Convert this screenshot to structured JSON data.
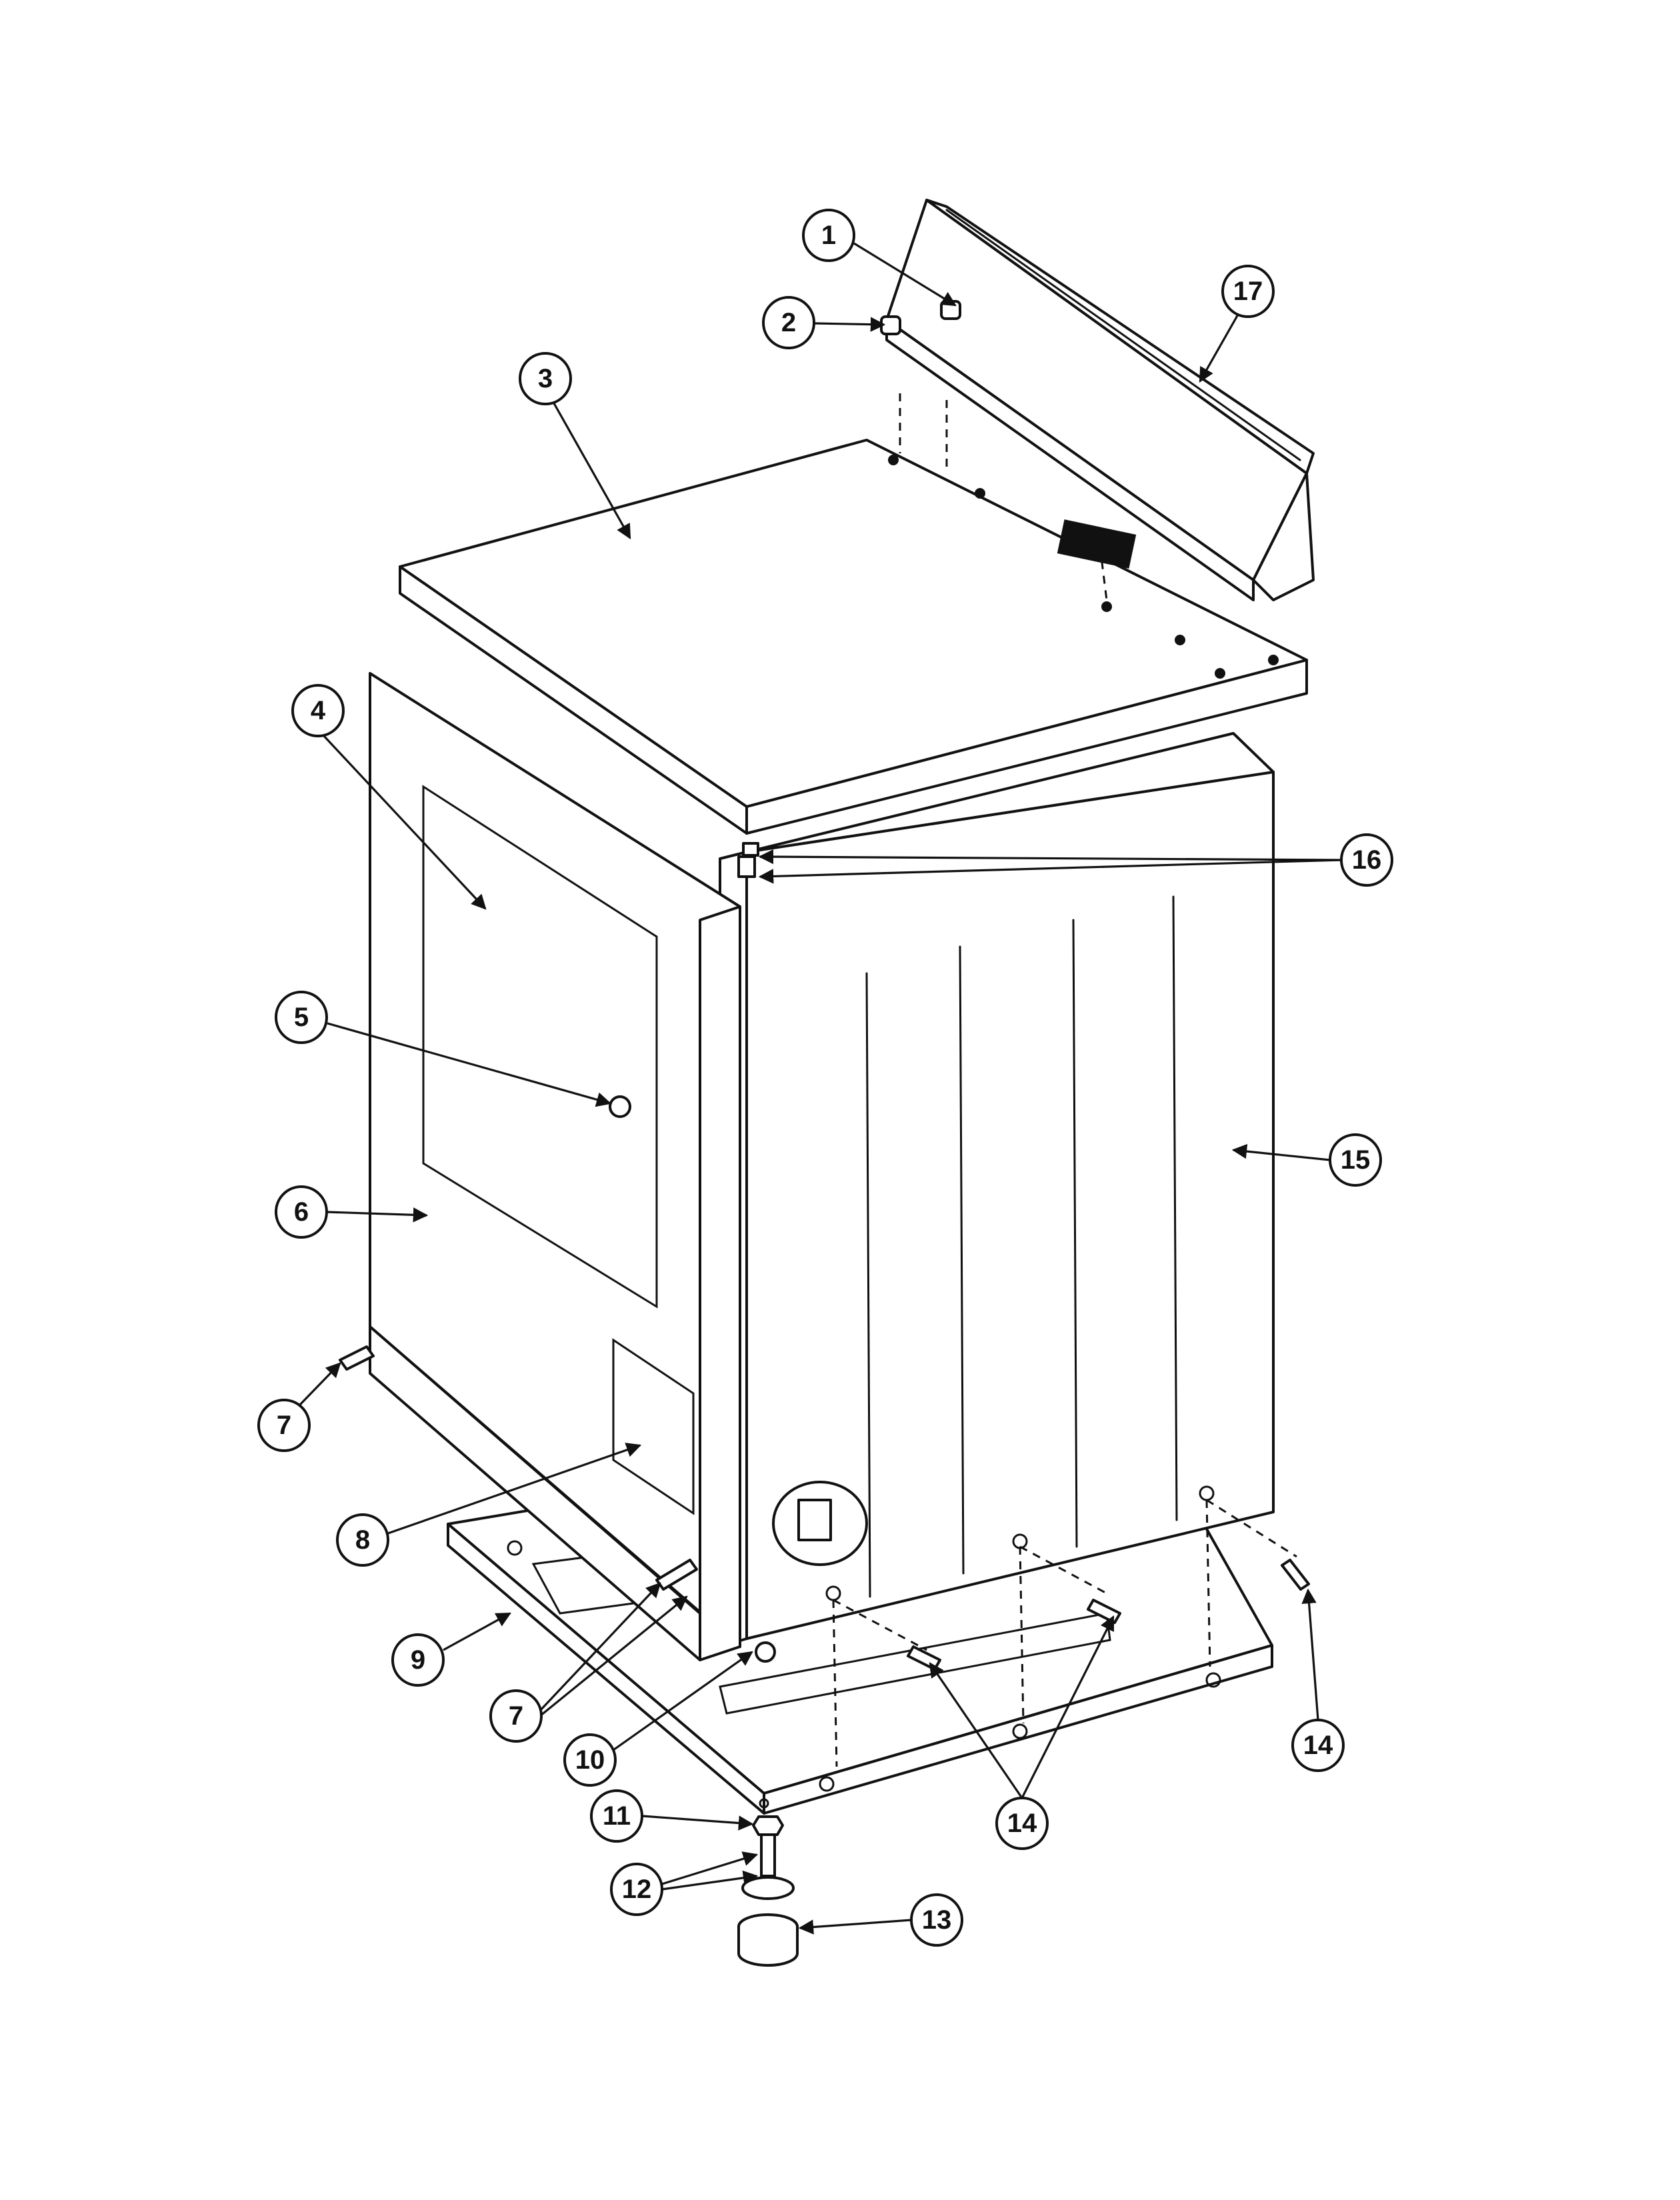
{
  "diagram": {
    "callouts": [
      {
        "key": "1",
        "label": "1"
      },
      {
        "key": "2",
        "label": "2"
      },
      {
        "key": "3",
        "label": "3"
      },
      {
        "key": "4",
        "label": "4"
      },
      {
        "key": "5",
        "label": "5"
      },
      {
        "key": "6",
        "label": "6"
      },
      {
        "key": "7a",
        "label": "7"
      },
      {
        "key": "7b",
        "label": "7"
      },
      {
        "key": "8",
        "label": "8"
      },
      {
        "key": "9",
        "label": "9"
      },
      {
        "key": "10",
        "label": "10"
      },
      {
        "key": "11",
        "label": "11"
      },
      {
        "key": "12",
        "label": "12"
      },
      {
        "key": "13",
        "label": "13"
      },
      {
        "key": "14a",
        "label": "14"
      },
      {
        "key": "14b",
        "label": "14"
      },
      {
        "key": "15",
        "label": "15"
      },
      {
        "key": "16",
        "label": "16"
      },
      {
        "key": "17",
        "label": "17"
      }
    ]
  }
}
